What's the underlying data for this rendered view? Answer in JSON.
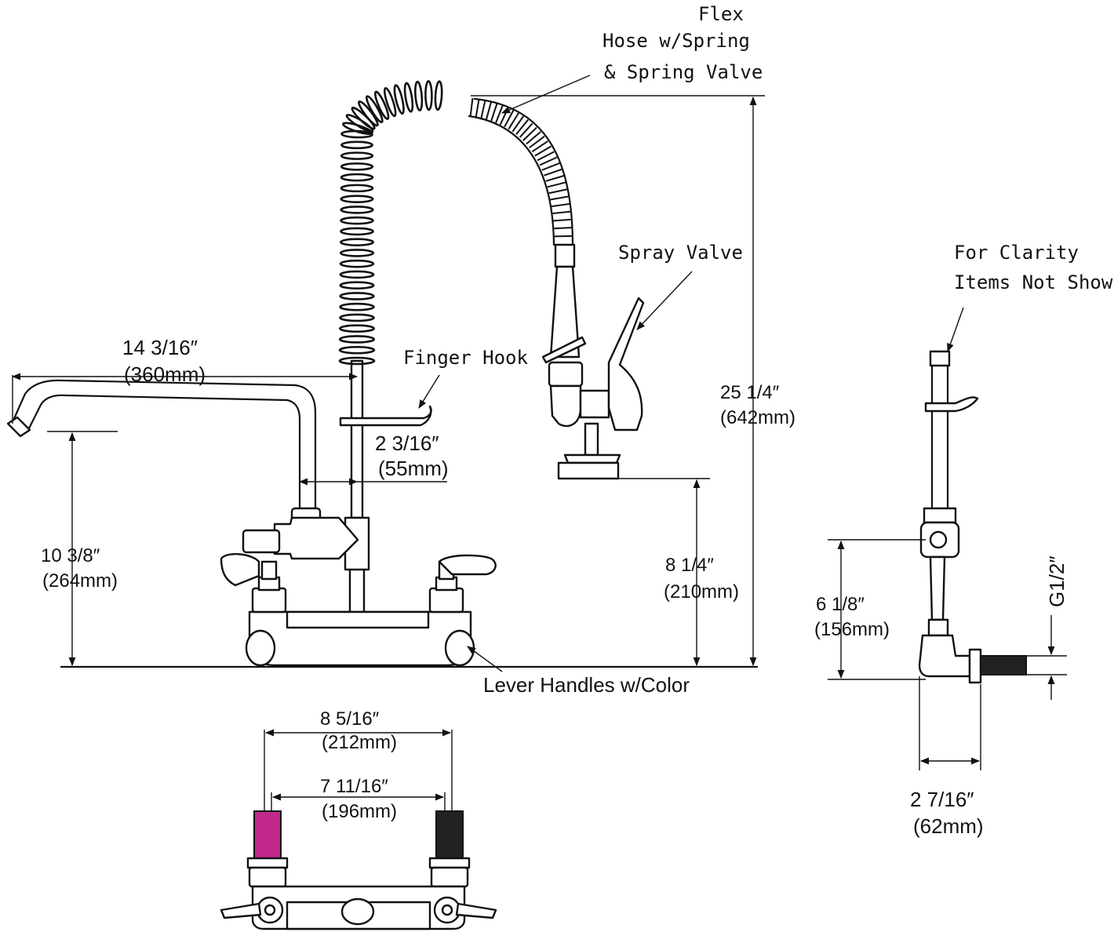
{
  "labels": {
    "flex_hose": [
      "Flex",
      "Hose w/Spring",
      "& Spring Valve"
    ],
    "spray_valve": "Spray Valve",
    "finger_hook": "Finger Hook",
    "lever_handles": "Lever Handles w/Color",
    "for_clarity": [
      "For Clarity",
      "Items Not Shown"
    ]
  },
  "dimensions": {
    "spout_reach": [
      "14  3/16″",
      "(360mm)"
    ],
    "riser_offset": [
      "2  3/16″",
      "(55mm)"
    ],
    "overall_height": [
      "25 1/4″",
      "(642mm)"
    ],
    "spray_height": [
      "8 1/4″",
      "(210mm)"
    ],
    "spout_height": [
      "10 3/8″",
      "(264mm)"
    ],
    "centers_outer": [
      "8 5/16″",
      "(212mm)"
    ],
    "centers_inner": [
      "7 11/16″",
      "(196mm)"
    ],
    "side_height": [
      "6 1/8″",
      "(156mm)"
    ],
    "side_depth": [
      "2  7/16″",
      "(62mm)"
    ],
    "thread": "G1/2″"
  },
  "colors": {
    "line": "#111111",
    "hot_marker": "#c0288a",
    "cold_marker": "#222222"
  }
}
